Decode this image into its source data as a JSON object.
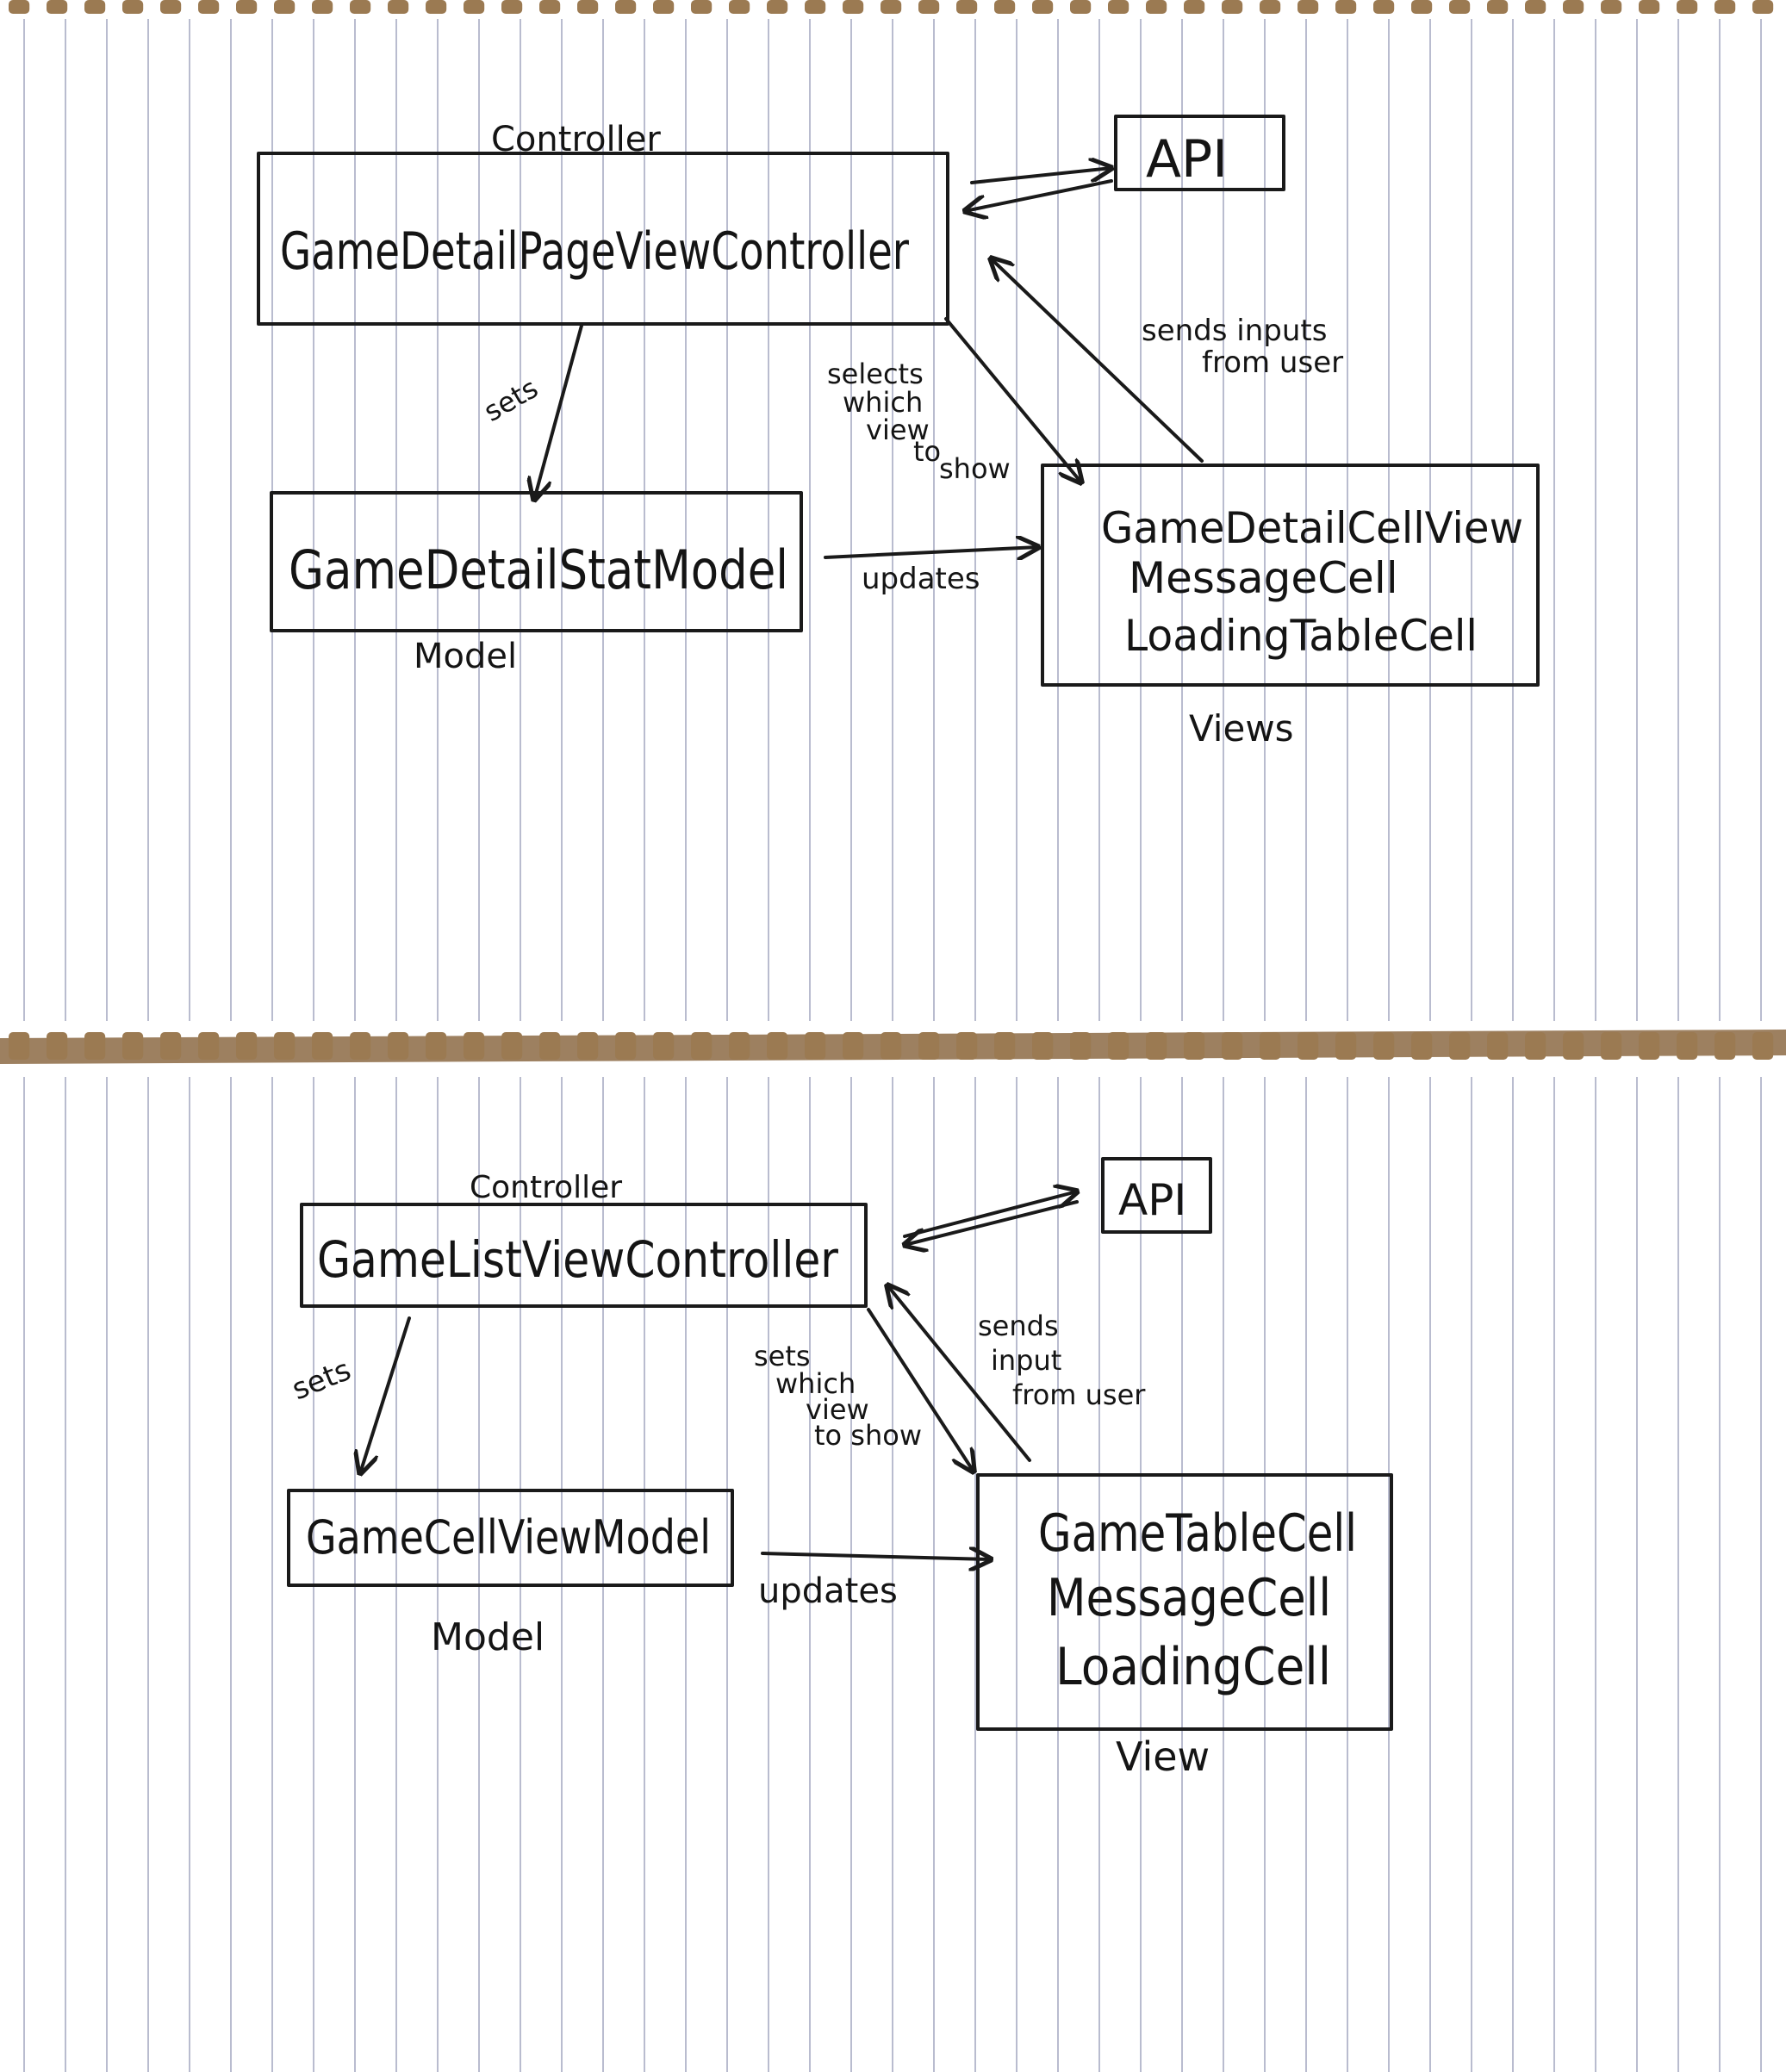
{
  "diagrams": [
    {
      "labels": {
        "controller_role": "Controller",
        "controller_name": "GameDetailPageViewController",
        "api": "API",
        "model_name": "GameDetailStatModel",
        "model_role": "Model",
        "views_role": "Views",
        "views_items": [
          "GameDetailCellView",
          "MessageCell",
          "LoadingTableCell"
        ]
      },
      "edges": {
        "sets": "sets",
        "selects": [
          "selects",
          "which",
          "view",
          "to",
          "show"
        ],
        "sends": [
          "sends inputs",
          "from user"
        ],
        "updates": "updates"
      }
    },
    {
      "labels": {
        "controller_role": "Controller",
        "controller_name": "GameListViewController",
        "api": "API",
        "model_name": "GameCellViewModel",
        "model_role": "Model",
        "views_role": "View",
        "views_items": [
          "GameTableCell",
          "MessageCell",
          "LoadingCell"
        ]
      },
      "edges": {
        "sets": "sets",
        "selects": [
          "sets",
          "which",
          "view",
          "to show"
        ],
        "sends": [
          "sends",
          "input",
          "from user"
        ],
        "updates": "updates"
      }
    }
  ],
  "colors": {
    "paper": "#ffffff",
    "rule_line": "#b9bccf",
    "ink": "#1a1a1a",
    "tear_edge": "#9b7a52"
  }
}
